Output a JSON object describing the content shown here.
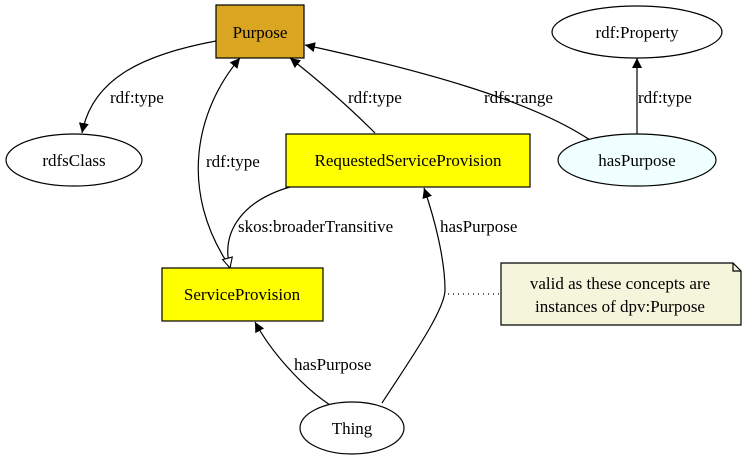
{
  "nodes": {
    "purpose": {
      "label": "Purpose",
      "fill": "#DAA520"
    },
    "rdf_property": {
      "label": "rdf:Property",
      "fill": "#FFFFFF"
    },
    "rdfs_class": {
      "label": "rdfsClass",
      "fill": "#FFFFFF"
    },
    "requested_service_provision": {
      "label": "RequestedServiceProvision",
      "fill": "#FFFF00"
    },
    "has_purpose": {
      "label": "hasPurpose",
      "fill": "#F0FFFF"
    },
    "service_provision": {
      "label": "ServiceProvision",
      "fill": "#FFFF00"
    },
    "thing": {
      "label": "Thing",
      "fill": "#FFFFFF"
    }
  },
  "edges": {
    "purpose_to_rdfsclass": "rdf:type",
    "serviceprovision_to_purpose": "rdf:type",
    "requested_to_purpose": "rdf:type",
    "haspurpose_range_purpose": "rdfs:range",
    "haspurpose_to_rdfproperty": "rdf:type",
    "broader_transitive": "skos:broaderTransitive",
    "thing_haspurpose_requested": "hasPurpose",
    "thing_haspurpose_serviceprovision": "hasPurpose"
  },
  "note": {
    "line1": "valid as these concepts are",
    "line2": "instances of dpv:Purpose",
    "fill": "#F5F5DC"
  }
}
